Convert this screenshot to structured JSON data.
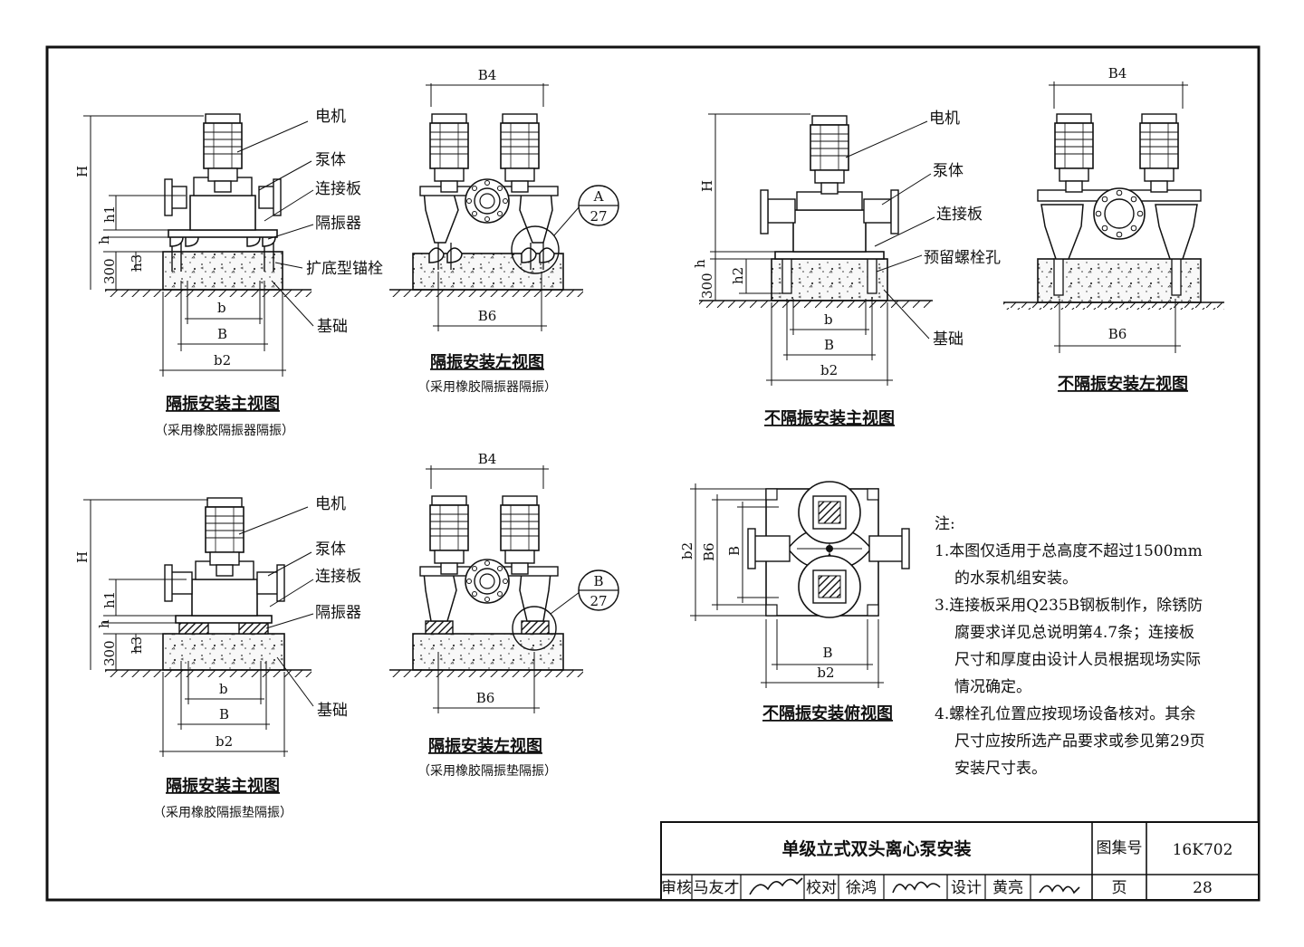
{
  "views": {
    "v1": {
      "labels": [
        "电机",
        "泵体",
        "连接板",
        "隔振器",
        "扩底型锚栓",
        "基础"
      ],
      "dims": {
        "H": "H",
        "h1": "h1",
        "h": "h",
        "h3": "h3",
        "depth": "300",
        "b": "b",
        "B": "B",
        "b2": "b2"
      },
      "title": "隔振安装主视图",
      "subtitle": "（采用橡胶隔振器隔振）"
    },
    "v2": {
      "dims": {
        "B4": "B4",
        "B6": "B6"
      },
      "callout": {
        "letter": "A",
        "page": "27"
      },
      "title": "隔振安装左视图",
      "subtitle": "（采用橡胶隔振器隔振）"
    },
    "v3": {
      "labels": [
        "电机",
        "泵体",
        "连接板",
        "预留螺栓孔",
        "基础"
      ],
      "dims": {
        "H": "H",
        "h": "h",
        "h2": "h2",
        "depth": "300",
        "b": "b",
        "B": "B",
        "b2": "b2"
      },
      "title": "不隔振安装主视图"
    },
    "v4": {
      "dims": {
        "B4": "B4",
        "B6": "B6"
      },
      "title": "不隔振安装左视图"
    },
    "v5": {
      "labels": [
        "电机",
        "泵体",
        "连接板",
        "隔振器",
        "基础"
      ],
      "dims": {
        "H": "H",
        "h1": "h1",
        "h": "h",
        "h3": "h3",
        "depth": "300",
        "b": "b",
        "B": "B",
        "b2": "b2"
      },
      "title": "隔振安装主视图",
      "subtitle": "（采用橡胶隔振垫隔振）"
    },
    "v6": {
      "dims": {
        "B4": "B4",
        "B6": "B6"
      },
      "callout": {
        "letter": "B",
        "page": "27"
      },
      "title": "隔振安装左视图",
      "subtitle": "（采用橡胶隔振垫隔振）"
    },
    "v7": {
      "dims": {
        "b2": "b2",
        "B6": "B6",
        "B_side": "B",
        "B": "B",
        "b2_bottom": "b2"
      },
      "title": "不隔振安装俯视图"
    }
  },
  "notes": {
    "heading": "注:",
    "lines": [
      "1.本图仅适用于总高度不超过1500mm",
      "的水泵机组安装。",
      "3.连接板采用Q235B钢板制作，除锈防",
      "腐要求详见总说明第4.7条；连接板",
      "尺寸和厚度由设计人员根据现场实际",
      "情况确定。",
      "4.螺栓孔位置应按现场设备核对。其余",
      "尺寸应按所选产品要求或参见第29页",
      "安装尺寸表。"
    ]
  },
  "title_block": {
    "drawing_title": "单级立式双头离心泵安装",
    "atlas_label": "图集号",
    "atlas_no": "16K702",
    "review_label": "审核",
    "review_name": "马友才",
    "check_label": "校对",
    "check_name": "徐鸿",
    "design_label": "设计",
    "design_name": "黄亮",
    "page_label": "页",
    "page_no": "28"
  },
  "colors": {
    "line": "#111111",
    "concrete": "#f7f7f7",
    "paper": "#ffffff"
  }
}
